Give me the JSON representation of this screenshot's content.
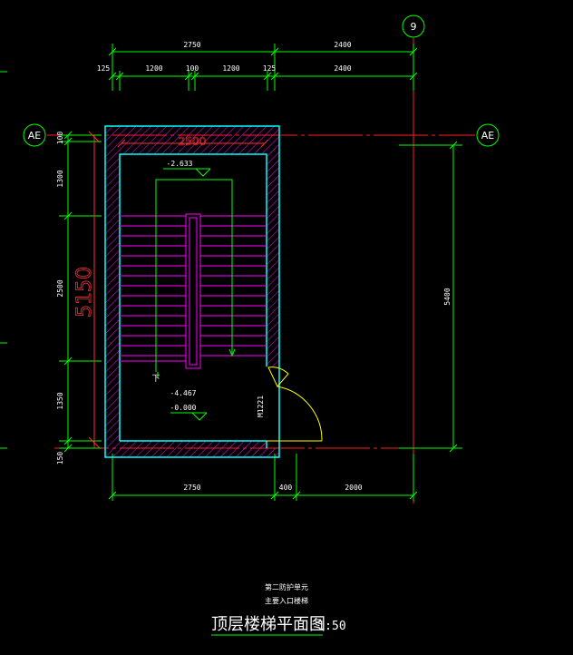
{
  "colors": {
    "background": "#000000",
    "dimension": "#00ff00",
    "grid_axis": "#ff2020",
    "wall": "#00ffff",
    "stair": "#ff00ff",
    "door": "#ffff00",
    "big_dim": "#ff3030",
    "text": "#ffffff"
  },
  "grid_labels": {
    "top": "9",
    "left": "AE",
    "right": "AE"
  },
  "top_dims": {
    "row1": [
      "2750",
      "2400"
    ],
    "row2": [
      "125",
      "1200",
      "100",
      "1200",
      "125",
      "2400"
    ]
  },
  "bottom_dims": [
    "2750",
    "400",
    "2000"
  ],
  "left_dims": [
    "100",
    "1300",
    "2500",
    "1350",
    "150"
  ],
  "left_big_dim": "5150",
  "right_dim": "5400",
  "inner_dim": "2500",
  "elevations": {
    "top_landing": "-2.633",
    "bottom_landing_1": "-4.467",
    "bottom_landing_2": "-0.000"
  },
  "down_label": "下",
  "door_label": "M1221",
  "title": {
    "line1": "第二防护单元",
    "line2": "主要入口楼梯",
    "main": "顶层楼梯平面图",
    "scale": "1:50"
  }
}
